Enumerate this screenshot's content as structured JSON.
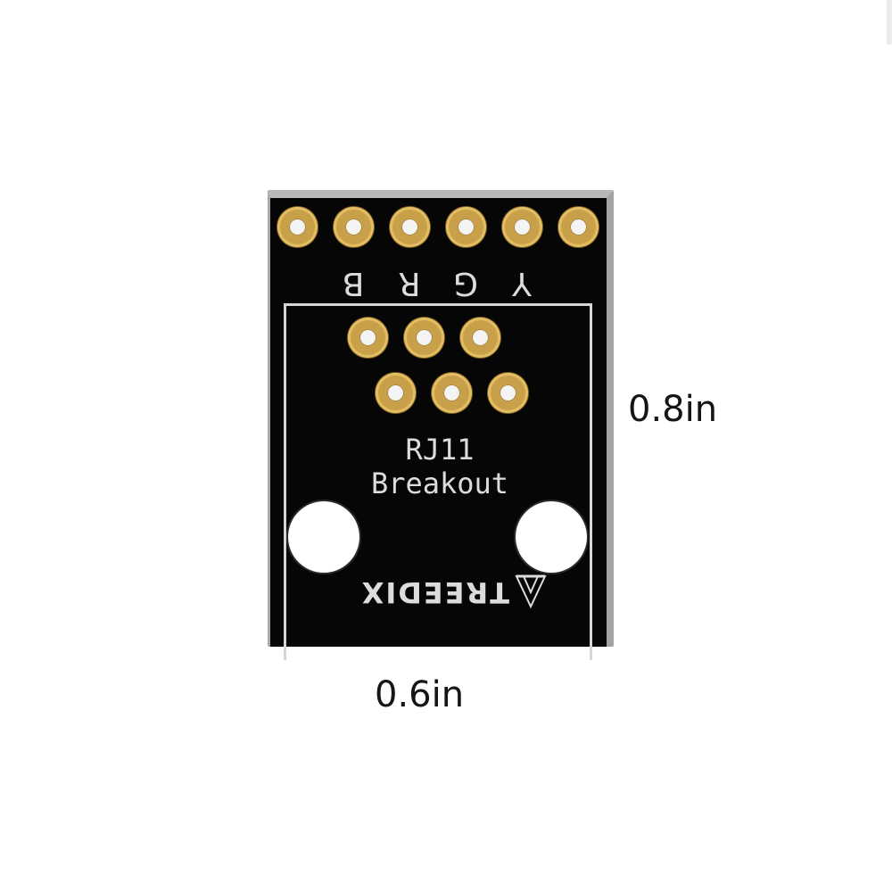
{
  "board": {
    "pin_labels": [
      "B",
      "R",
      "G",
      "Y"
    ],
    "title_line1": "RJ11",
    "title_line2": "Breakout",
    "logo_text": "TREEDIX"
  },
  "dimensions": {
    "height": "0.8in",
    "width": "0.6in"
  },
  "colors": {
    "board": "#060606",
    "gold_pad": "#c9a04a",
    "silkscreen": "#dcdcdc",
    "background": "#ffffff"
  }
}
